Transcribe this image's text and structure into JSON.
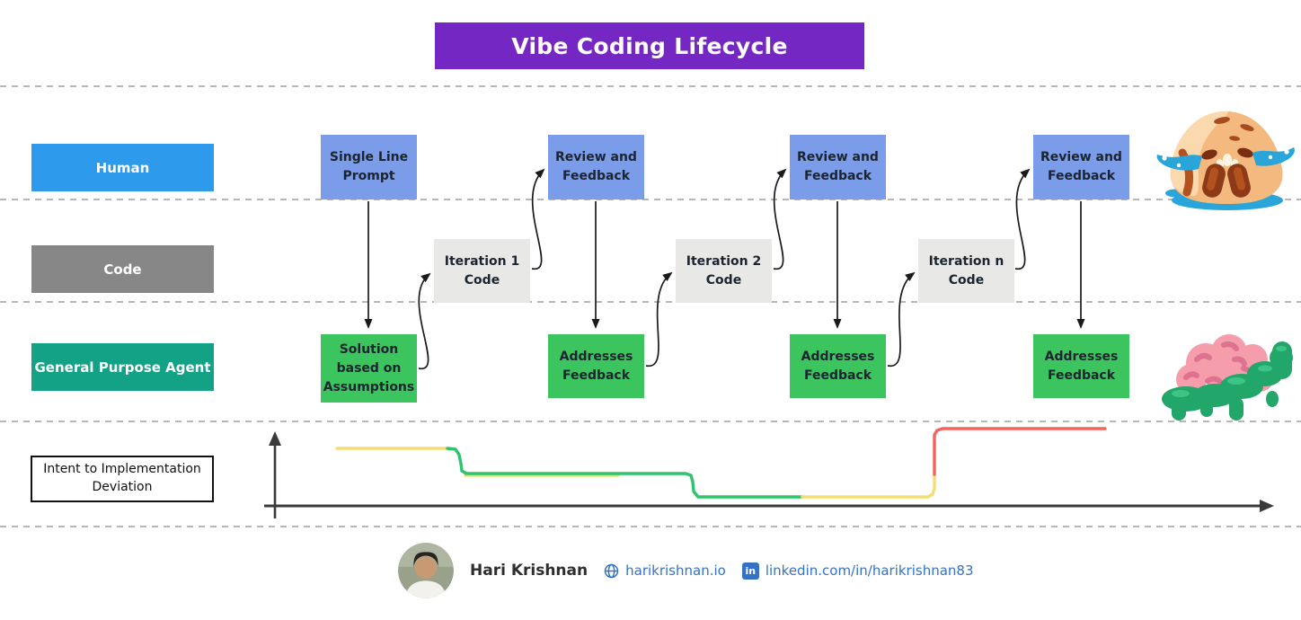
{
  "title": {
    "text": "Vibe Coding Lifecycle"
  },
  "colors": {
    "title_bg": "#7527c3",
    "human_lane": "#2e9aec",
    "code_lane": "#878787",
    "agent_lane": "#13a286",
    "human_box": "#7b9ce8",
    "code_box": "#e8e8e7",
    "agent_box": "#3cc45e",
    "box_text": "#1c2430",
    "link": "#3572c6",
    "arrow": "#1a1a1a",
    "axis": "#3a3a3a",
    "chart_yellow": "#f3de74",
    "chart_green": "#2fc36d",
    "chart_red": "#f2635f"
  },
  "lanes": [
    {
      "label": "Human"
    },
    {
      "label": "Code"
    },
    {
      "label": "General Purpose Agent"
    }
  ],
  "boxes": {
    "human": [
      "Single Line Prompt",
      "Review and Feedback",
      "Review and Feedback",
      "Review and Feedback"
    ],
    "code": [
      "Iteration 1 Code",
      "Iteration 2 Code",
      "Iteration n Code"
    ],
    "agent": [
      "Solution based on Assumptions",
      "Addresses Feedback",
      "Addresses Feedback",
      "Addresses Feedback"
    ]
  },
  "chart_data": {
    "type": "line",
    "title": "Intent to Implementation Deviation",
    "xlabel": "",
    "ylabel": "",
    "grid": false,
    "description": "Unlabeled step curve: deviation starts high (yellow), drops after each review iteration (green), stays low, then spikes sharply to the highest level (red) at iteration n.",
    "segments": [
      {
        "name": "initial-deviation-yellow",
        "color": "#f3de74",
        "points": [
          [
            375,
            499
          ],
          [
            498,
            499
          ]
        ]
      },
      {
        "name": "iteration1-yellow-underlay",
        "color": "#f3de74",
        "points": [
          [
            518,
            529
          ],
          [
            688,
            529
          ]
        ]
      },
      {
        "name": "decreasing-deviation-green",
        "color": "#2fc36d",
        "points": [
          [
            498,
            499
          ],
          [
            507,
            500
          ],
          [
            511,
            506
          ],
          [
            513,
            516
          ],
          [
            514,
            524
          ],
          [
            519,
            527
          ],
          [
            763,
            527
          ],
          [
            769,
            529
          ],
          [
            771,
            536
          ],
          [
            772,
            547
          ],
          [
            777,
            553
          ],
          [
            893,
            553
          ]
        ]
      },
      {
        "name": "low-deviation-yellow",
        "color": "#f3de74",
        "points": [
          [
            893,
            553
          ],
          [
            1033,
            553
          ],
          [
            1038,
            550
          ],
          [
            1040,
            544
          ],
          [
            1040,
            528
          ]
        ]
      },
      {
        "name": "spike-deviation-red",
        "color": "#f2635f",
        "points": [
          [
            1040,
            528
          ],
          [
            1040,
            484
          ],
          [
            1043,
            479
          ],
          [
            1049,
            477
          ],
          [
            1230,
            477
          ]
        ]
      }
    ]
  },
  "footer": {
    "name": "Hari Krishnan",
    "website": "harikrishnan.io",
    "linkedin": "linkedin.com/in/harikrishnan83",
    "linkedin_icon": "in"
  }
}
